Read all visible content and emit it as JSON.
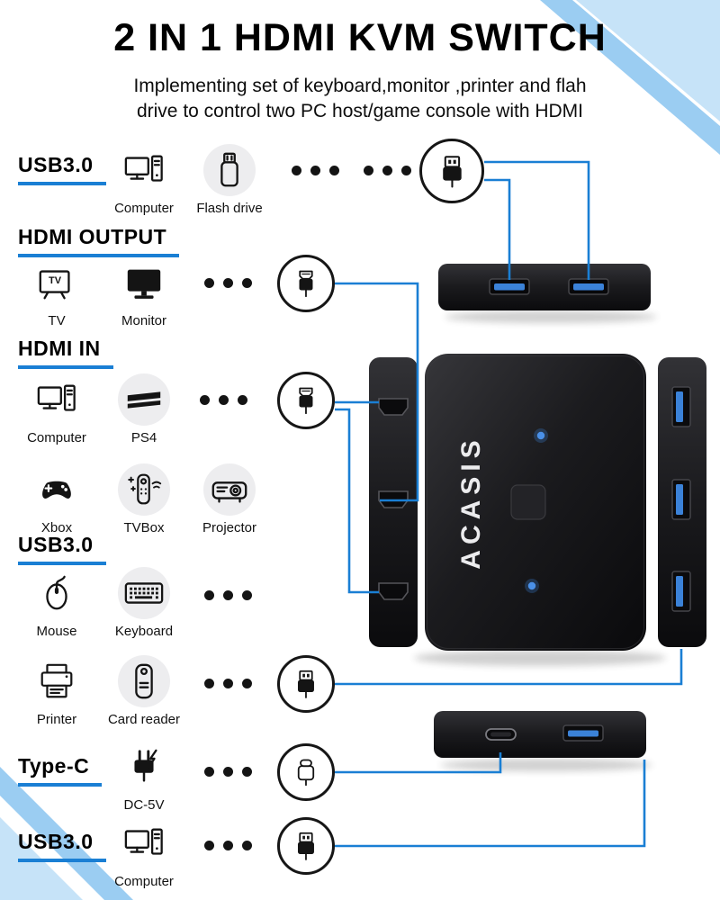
{
  "title": "2 IN 1 HDMI KVM SWITCH",
  "subtitle": {
    "line1": "Implementing set of keyboard,monitor ,printer and flah",
    "line2": "drive to control two PC host/game console with HDMI"
  },
  "brand": "ACASIS",
  "colors": {
    "accent": "#1a7fd4",
    "port_blue": "#3b82d8",
    "corner_light": "#c6e3f8",
    "corner_mid": "#9bcdf2",
    "ink": "#111111"
  },
  "icons": {
    "tv_text": "TV"
  },
  "connectors": {
    "top_usb": "usb-plug",
    "hdmi_out": "hdmi-plug",
    "hdmi_in": "hdmi-plug",
    "usb_devices": "usb-plug",
    "type_c": "type-c-plug",
    "bottom_usb": "usb-plug"
  },
  "sections": {
    "usb3_top": {
      "label": "USB3.0",
      "items": [
        {
          "icon": "computer",
          "caption": "Computer"
        },
        {
          "icon": "flash-drive",
          "caption": "Flash drive"
        }
      ]
    },
    "hdmi_output": {
      "label": "HDMI OUTPUT",
      "items": [
        {
          "icon": "tv",
          "caption": "TV"
        },
        {
          "icon": "monitor",
          "caption": "Monitor"
        }
      ]
    },
    "hdmi_in": {
      "label": "HDMI IN",
      "items": [
        {
          "icon": "computer",
          "caption": "Computer"
        },
        {
          "icon": "ps4",
          "caption": "PS4"
        },
        {
          "icon": "xbox",
          "caption": "Xbox"
        },
        {
          "icon": "tvbox",
          "caption": "TVBox"
        },
        {
          "icon": "projector",
          "caption": "Projector"
        }
      ]
    },
    "usb3_mid": {
      "label": "USB3.0",
      "items": [
        {
          "icon": "mouse",
          "caption": "Mouse"
        },
        {
          "icon": "keyboard",
          "caption": "Keyboard"
        },
        {
          "icon": "printer",
          "caption": "Printer"
        },
        {
          "icon": "card-reader",
          "caption": "Card reader"
        }
      ]
    },
    "type_c": {
      "label": "Type-C",
      "items": [
        {
          "icon": "dc-plug",
          "caption": "DC-5V"
        }
      ]
    },
    "usb3_bottom": {
      "label": "USB3.0",
      "items": [
        {
          "icon": "computer",
          "caption": "Computer"
        }
      ]
    }
  }
}
